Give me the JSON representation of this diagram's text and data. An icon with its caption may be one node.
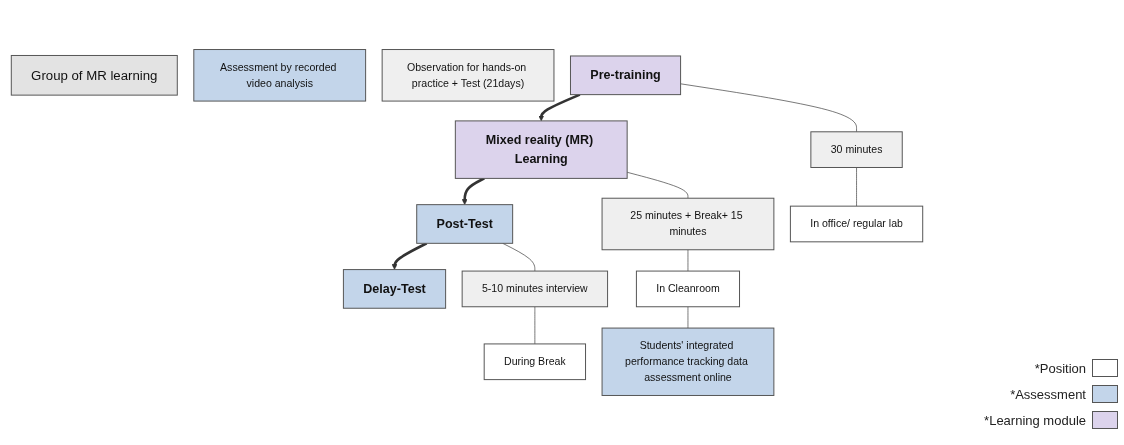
{
  "diagram": {
    "nodes": [
      {
        "text": [
          "Group of MR learning"
        ]
      },
      {
        "text": [
          "Pre-training"
        ]
      },
      {
        "text": [
          "30 minutes"
        ]
      },
      {
        "text": [
          "In office/ regular lab"
        ]
      },
      {
        "text": [
          "Mixed reality (MR) Learning"
        ]
      },
      {
        "text": [
          "25 minutes + Break+ 15 minutes"
        ]
      },
      {
        "text": [
          "In Cleanroom"
        ]
      },
      {
        "text": [
          "Students' integrated performance tracking data assessment online"
        ]
      },
      {
        "text": [
          "Assessment by recorded video analysis"
        ]
      },
      {
        "text": [
          "Post-Test"
        ]
      },
      {
        "text": [
          "5-10 minutes interview"
        ]
      },
      {
        "text": [
          "During Break"
        ]
      },
      {
        "text": [
          "Delay-Test"
        ]
      },
      {
        "text": [
          "Observation for hands-on practice + Test (21days)"
        ]
      }
    ],
    "edges": [
      {
        "from": 1,
        "to": 4,
        "arrow": "to",
        "style": "thick"
      },
      {
        "from": 4,
        "to": 9,
        "arrow": "to",
        "style": "thick"
      },
      {
        "from": 9,
        "to": 12,
        "arrow": "to",
        "style": "thick"
      },
      {
        "from": 1,
        "to": 2,
        "arrow": "none"
      },
      {
        "from": 2,
        "to": 3,
        "arrow": "none"
      },
      {
        "from": 4,
        "to": 5,
        "arrow": "none"
      },
      {
        "from": 5,
        "to": 6,
        "arrow": "none"
      },
      {
        "from": 6,
        "to": 7,
        "arrow": "none"
      },
      {
        "from": 9,
        "to": 10,
        "arrow": "none"
      },
      {
        "from": 10,
        "to": 11,
        "arrow": "none"
      }
    ],
    "legend": [
      {
        "text": "*Position",
        "color": "#ffffff"
      },
      {
        "text": "*Assessment",
        "color": "#c3d5ea"
      },
      {
        "text": "*Learning module",
        "color": "#dcd3ec"
      }
    ]
  }
}
